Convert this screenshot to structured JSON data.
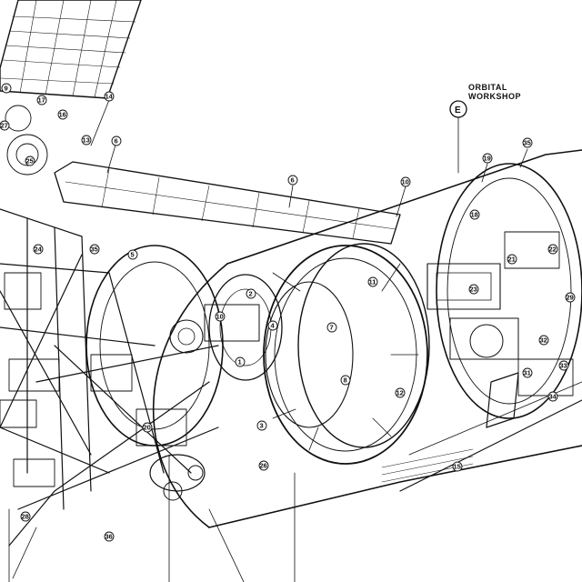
{
  "section": {
    "title_line1": "ORBITAL",
    "title_line2": "WORKSHOP",
    "letter": "E"
  },
  "callouts": {
    "c9": "9",
    "c17": "17",
    "c14": "14",
    "c16": "16",
    "c27": "27",
    "c13": "13",
    "c25": "25",
    "c6a": "6",
    "c35a": "35",
    "c24a": "24",
    "c5": "5",
    "c10a": "10",
    "c2": "2",
    "c1": "1",
    "c11": "11",
    "c12a": "12",
    "c15": "15",
    "c18": "18",
    "c19": "19",
    "c20": "20",
    "c21": "21",
    "c22": "22",
    "c23": "23",
    "c26": "26",
    "c28": "28",
    "c29": "29",
    "c31": "31",
    "c32": "32",
    "c33": "33",
    "c34": "34",
    "c35b": "35",
    "c6b": "6",
    "c10b": "10",
    "c7": "7",
    "c8": "8",
    "c3": "3",
    "c4": "4",
    "c36": "36"
  },
  "colors": {
    "ink": "#111111",
    "paper": "#ffffff"
  }
}
